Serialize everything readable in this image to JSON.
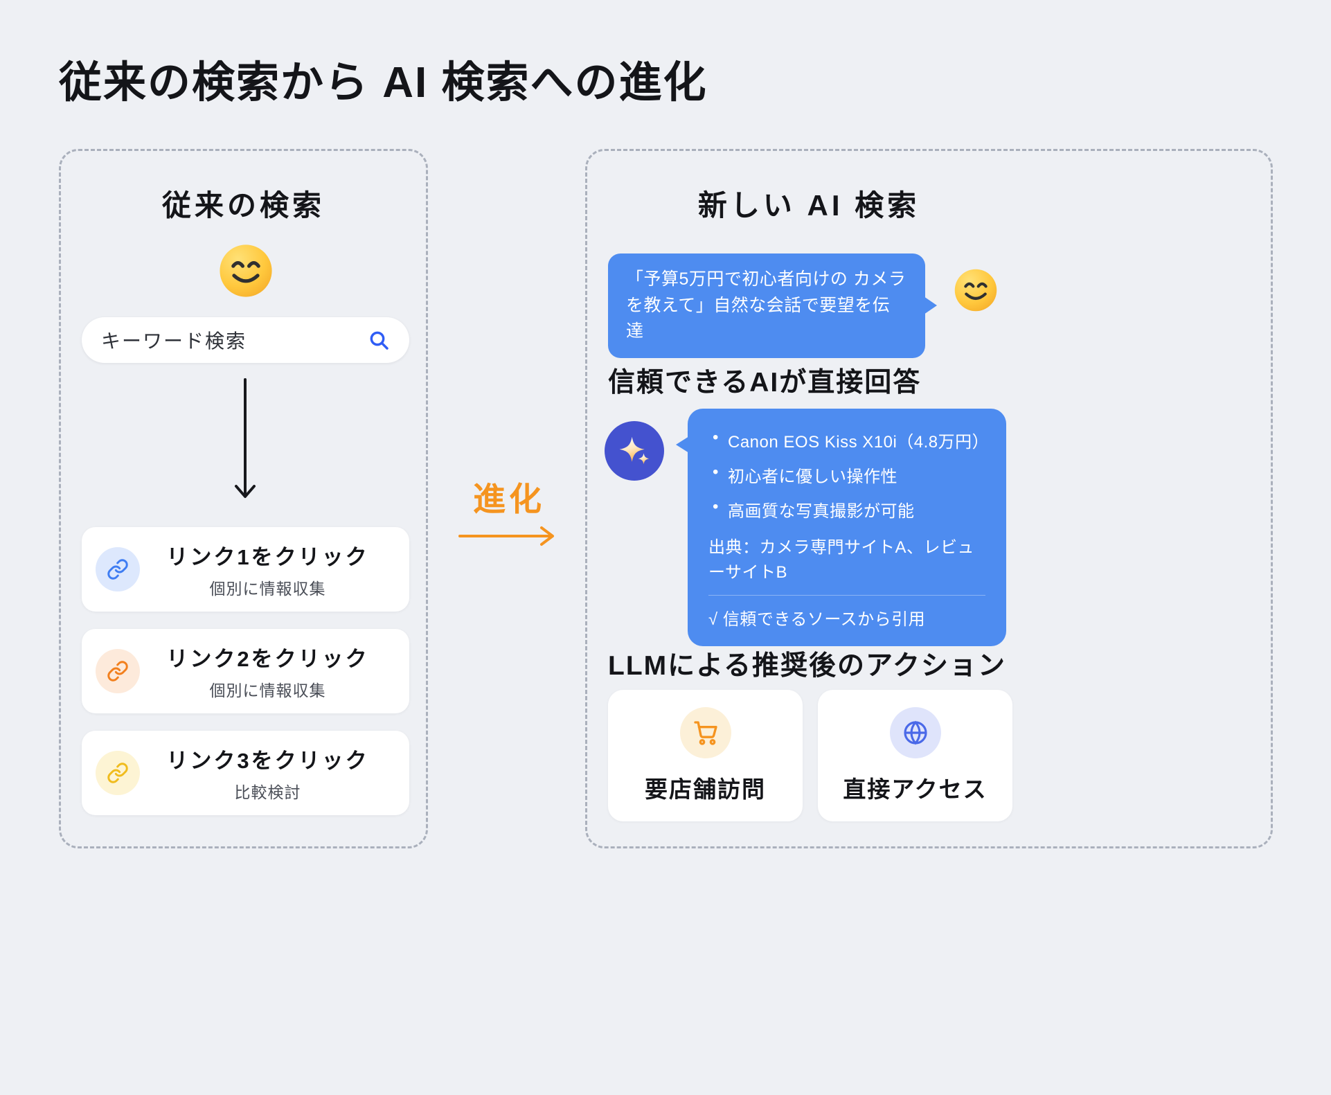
{
  "page": {
    "title": "従来の検索から AI 検索への進化",
    "background_color": "#eef0f4"
  },
  "colors": {
    "accent_blue": "#4e8cf0",
    "accent_orange": "#f5941f",
    "accent_indigo": "#4452cf",
    "dashed_border": "#aab0bc"
  },
  "left_panel": {
    "heading": "従来の検索",
    "user_icon": "smiley-face-icon",
    "search_box": {
      "value": "キーワード検索",
      "icon": "search-icon"
    },
    "flow_icon": "arrow-down-icon",
    "link_cards": [
      {
        "icon": "link-icon",
        "icon_color": "#3f7df2",
        "title": "リンク1をクリック",
        "subtitle": "個別に情報収集"
      },
      {
        "icon": "link-icon",
        "icon_color": "#f2801e",
        "title": "リンク2をクリック",
        "subtitle": "個別に情報収集"
      },
      {
        "icon": "link-icon",
        "icon_color": "#f0bc1e",
        "title": "リンク3をクリック",
        "subtitle": "比較検討"
      }
    ]
  },
  "transition": {
    "label": "進化",
    "icon": "arrow-right-icon"
  },
  "right_panel": {
    "heading": "新しい AI 検索",
    "user_bubble": {
      "text": "「予算5万円で初心者向けの カメラを教えて」自然な会話で要望を伝達",
      "icon": "smiley-face-icon"
    },
    "answer_section": {
      "heading": "信頼できるAIが直接回答",
      "ai_icon": "sparkles-icon",
      "bullets": [
        "Canon EOS Kiss X10i（4.8万円）",
        "初心者に優しい操作性",
        "高画質な写真撮影が可能"
      ],
      "source": "出典：カメラ専門サイトA、レビューサイトB",
      "verified": "√ 信頼できるソースから引用"
    },
    "actions_section": {
      "heading": "LLMによる推奨後のアクション",
      "cards": [
        {
          "icon": "shopping-cart-icon",
          "label": "要店舗訪問"
        },
        {
          "icon": "globe-icon",
          "label": "直接アクセス"
        }
      ]
    }
  }
}
